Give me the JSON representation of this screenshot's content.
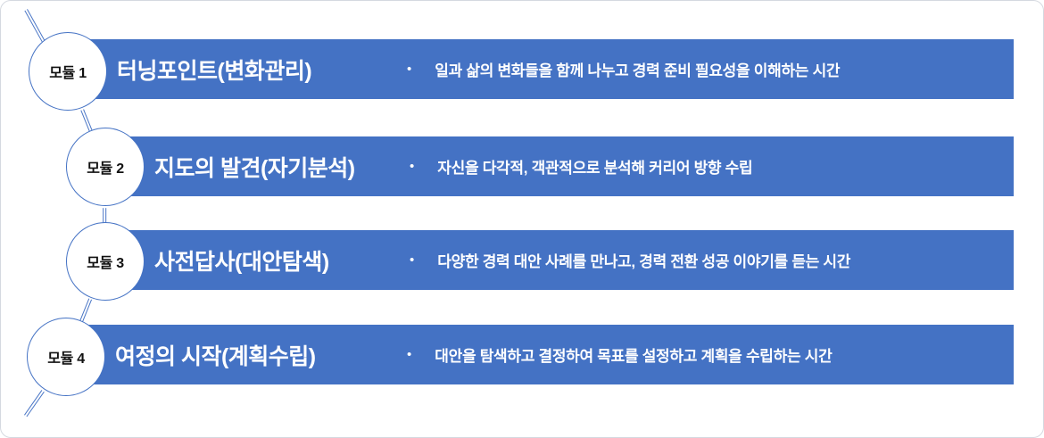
{
  "colors": {
    "bar": "#4472C4",
    "circle_border": "#4472C4",
    "connector": "#4a76c6",
    "title_text": "#FFFFFF",
    "badge_text": "#111111"
  },
  "modules": [
    {
      "badge": "모듈 1",
      "title": "터닝포인트(변화관리)",
      "bullet": "•",
      "description": "일과 삶의 변화들을 함께 나누고 경력 준비 필요성을 이해하는 시간"
    },
    {
      "badge": "모듈 2",
      "title": "지도의 발견(자기분석)",
      "bullet": "•",
      "description": "자신을 다각적, 객관적으로 분석해 커리어 방향 수립"
    },
    {
      "badge": "모듈 3",
      "title": "사전답사(대안탐색)",
      "bullet": "•",
      "description": "다양한 경력 대안 사례를 만나고, 경력 전환 성공 이야기를 듣는 시간"
    },
    {
      "badge": "모듈 4",
      "title": "여정의 시작(계획수립)",
      "bullet": "•",
      "description": "대안을 탐색하고 결정하여 목표를 설정하고 계획을 수립하는 시간"
    }
  ]
}
